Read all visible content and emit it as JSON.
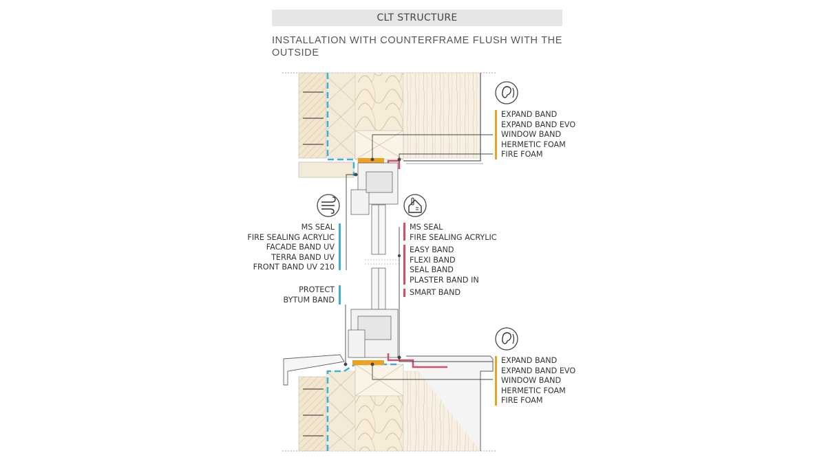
{
  "header": {
    "title": "CLT STRUCTURE",
    "subtitle": "INSTALLATION WITH COUNTERFRAME FLUSH WITH THE OUTSIDE"
  },
  "colors": {
    "orange": "#f0a020",
    "red": "#d0506a",
    "blue": "#3bb0d8",
    "insulation": "#f6ecd8",
    "wood": "#f7f0e3",
    "line": "#555555"
  },
  "icons": {
    "top_right": "acoustic-ear-icon",
    "left": "wind-icon",
    "middle": "thermal-house-icon",
    "bottom_right": "acoustic-ear-icon"
  },
  "labels": {
    "top_right": [
      "EXPAND BAND",
      "EXPAND BAND EVO",
      "WINDOW BAND",
      "HERMETIC FOAM",
      "FIRE FOAM"
    ],
    "left_outer": [
      "MS SEAL",
      "FIRE SEALING ACRYLIC",
      "FACADE BAND UV",
      "TERRA BAND UV",
      "FRONT BAND UV 210"
    ],
    "left_protect": [
      "PROTECT",
      "BYTUM BAND"
    ],
    "mid_seal": [
      "MS SEAL",
      "FIRE SEALING ACRYLIC"
    ],
    "mid_bands": [
      "EASY BAND",
      "FLEXI BAND",
      "SEAL BAND",
      "PLASTER BAND IN"
    ],
    "mid_smart": [
      "SMART BAND"
    ],
    "bottom_right": [
      "EXPAND BAND",
      "EXPAND BAND EVO",
      "WINDOW BAND",
      "HERMETIC FOAM",
      "FIRE FOAM"
    ]
  }
}
